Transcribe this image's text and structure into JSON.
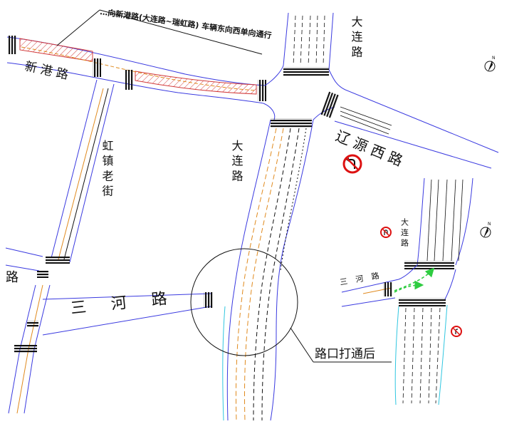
{
  "annotation": {
    "note": "…向新港路(大连路~瑞虹路) 车辆东向西单向通行",
    "callout": "路口打通后"
  },
  "roads": {
    "xingang": "新 港 路",
    "dalian_north": "大 连 路",
    "liaoyuan_west": "辽 源 西 路",
    "hongzhen_old": "虹 镇 老 街",
    "dalian_main": "大 连 路",
    "sanhe": "三 河 路",
    "lu_fragment": "路"
  },
  "inset": {
    "dalian": "大 连 路",
    "sanhe": "三 河 路"
  },
  "colors": {
    "road_edge": "#3a3ae0",
    "lane_orange": "#e08a1e",
    "hatch_red": "#d23b3b",
    "cyan": "#2fc6e0",
    "green_arrow": "#2ecc40",
    "sign_red": "#dd1111"
  },
  "icons": [
    "north-arrow-icon",
    "no-left-turn-sign-icon",
    "no-u-turn-sign-icon",
    "no-right-turn-sign-icon"
  ]
}
